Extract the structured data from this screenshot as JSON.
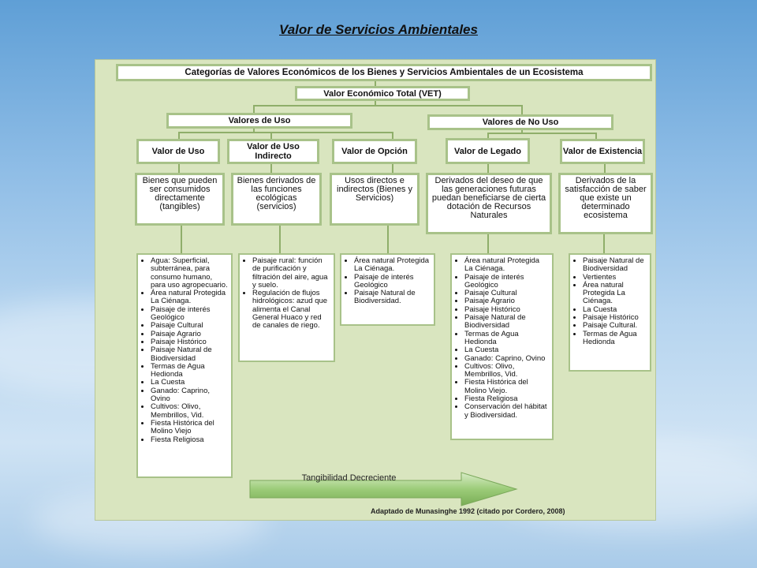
{
  "slide_title": "Valor de Servicios Ambientales",
  "diagram": {
    "heading": "Categorías de Valores Económicos de los Bienes y Servicios Ambientales de un Ecosistema",
    "total": "Valor Económico Total (VET)",
    "use_values": "Valores de Uso",
    "non_use_values": "Valores de No Uso",
    "categories": [
      {
        "name": "Valor de Uso",
        "description": "Bienes que pueden ser consumidos directamente (tangibles)",
        "examples": [
          "Agua: Superficial, subterránea, para consumo humano, para uso agropecuario.",
          "Área natural Protegida La Ciénaga.",
          "Paisaje de interés Geológico",
          "Paisaje Cultural",
          "Paisaje Agrario",
          "Paisaje Histórico",
          "Paisaje Natural de Biodiversidad",
          "Termas de Agua Hedionda",
          "La Cuesta",
          "Ganado: Caprino, Ovino",
          "Cultivos: Olivo, Membrillos, Vid.",
          "Fiesta Histórica del Molino Viejo",
          "Fiesta Religiosa"
        ]
      },
      {
        "name": "Valor de Uso Indirecto",
        "description": "Bienes derivados de las funciones ecológicas (servicios)",
        "examples": [
          "Paisaje rural: función de purificación y filtración del aire, agua y suelo.",
          "Regulación de flujos hidrológicos: azud que alimenta el Canal General Huaco y red de canales de riego."
        ]
      },
      {
        "name": "Valor de Opción",
        "description": "Usos directos e indirectos (Bienes y Servicios)",
        "examples": [
          "Área natural Protegida La Ciénaga.",
          "Paisaje de interés Geológico",
          "Paisaje Natural de Biodiversidad."
        ]
      },
      {
        "name": "Valor de Legado",
        "description": "Derivados del deseo de que las generaciones futuras puedan beneficiarse de cierta dotación de Recursos Naturales",
        "examples": [
          "Área natural Protegida La Ciénaga.",
          "Paisaje de interés Geológico",
          "Paisaje Cultural",
          "Paisaje Agrario",
          "Paisaje Histórico",
          "Paisaje Natural de Biodiversidad",
          "Termas de Agua Hedionda",
          "La Cuesta",
          "Ganado: Caprino, Ovino",
          "Cultivos: Olivo, Membrillos, Vid.",
          "Fiesta Histórica del Molino Viejo.",
          "Fiesta Religiosa",
          "Conservación del hábitat y Biodiversidad."
        ]
      },
      {
        "name": "Valor de Existencia",
        "description": "Derivados de la satisfacción de saber que existe un determinado ecosistema",
        "examples": [
          "Paisaje Natural de Biodiversidad",
          "Vertientes",
          "Área natural Protegida La Ciénaga.",
          "La Cuesta",
          "Paisaje Histórico",
          "Paisaje Cultural.",
          "Termas de Agua Hedionda"
        ]
      }
    ],
    "arrow_label": "Tangibilidad Decreciente",
    "credit": "Adaptado de Munasinghe 1992 (citado por Cordero, 2008)"
  },
  "colors": {
    "panel": "#d9e5bf",
    "box_border": "#a8c289",
    "connector": "#8fae6a",
    "arrow": "#8fc06a"
  }
}
